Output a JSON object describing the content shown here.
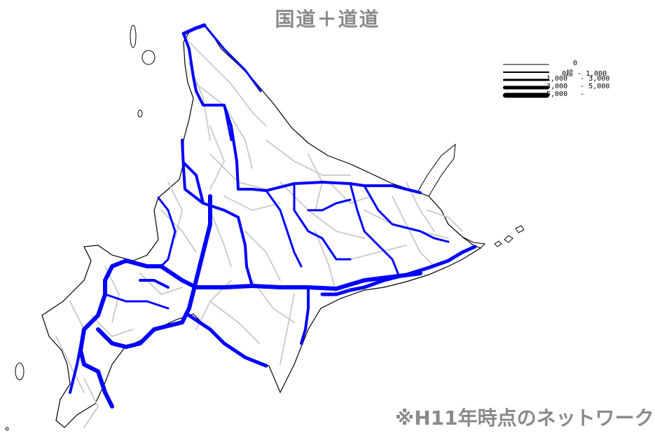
{
  "map": {
    "title": "国道＋道道",
    "footnote": "※H11年時点のネットワーク",
    "colors": {
      "land_outline": "#000000",
      "minor_road": "#c8c8c8",
      "major_road": "#0000ff",
      "title_text": "#8a8a8a",
      "footnote_text": "#8a8a8a"
    },
    "legend": {
      "items": [
        {
          "label": "0"
        },
        {
          "label": "0超 - 1,000"
        },
        {
          "label": "1,000   - 3,000"
        },
        {
          "label": "3,000   - 5,000"
        },
        {
          "label": "5,000   -"
        }
      ]
    }
  }
}
